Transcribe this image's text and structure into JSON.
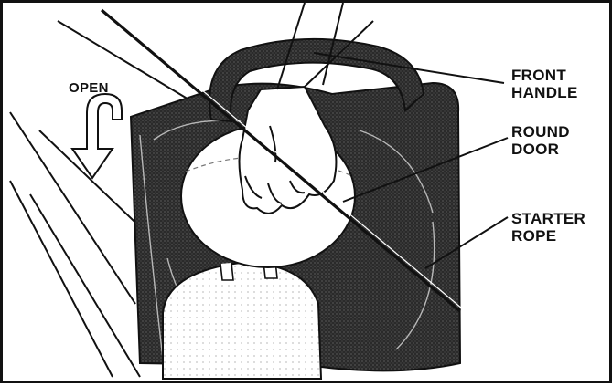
{
  "diagram": {
    "labels": {
      "open": "OPEN",
      "front_handle": [
        "FRONT",
        "HANDLE"
      ],
      "round_door": [
        "ROUND",
        "DOOR"
      ],
      "starter_rope": [
        "STARTER",
        "ROPE"
      ]
    },
    "colors": {
      "line": "#111111",
      "body_fill": "#2a2a2a",
      "background": "#ffffff"
    },
    "icons": [
      "open-arrow-icon",
      "hand-icon"
    ]
  }
}
